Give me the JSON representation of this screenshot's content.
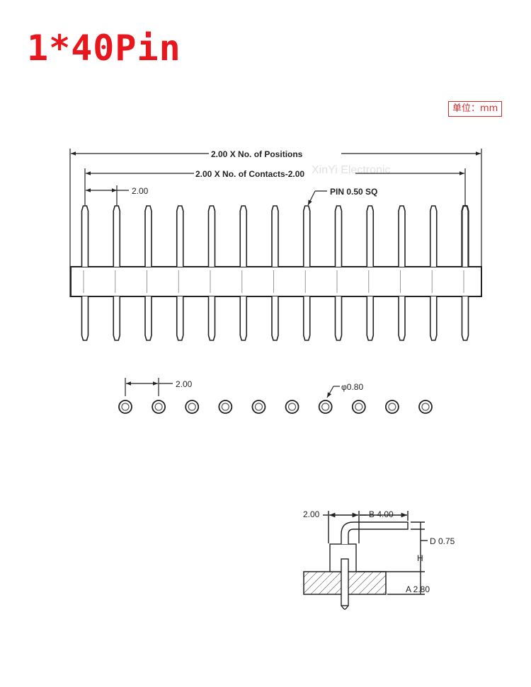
{
  "title": "1*40Pin",
  "unit_label": "单位：mm",
  "colors": {
    "title": "#e8161d",
    "badge": "#d72a2a",
    "line": "#222222"
  },
  "top_view": {
    "positions_label": "2.00 X No. of Positions",
    "contacts_label": "2.00 X No. of Contacts-2.00",
    "pitch_label": "2.00",
    "pin_label": "PIN 0.50 SQ",
    "pin_count": 13
  },
  "hole_view": {
    "pitch_label": "2.00",
    "diameter_label": "φ0.80",
    "hole_count": 10
  },
  "side_view": {
    "left_label": "2.00",
    "b_label": "B 4.00",
    "d_label": "D 0.75",
    "h_label": "H",
    "a_label": "A 2.80"
  },
  "watermark": "XinYi Electronic"
}
